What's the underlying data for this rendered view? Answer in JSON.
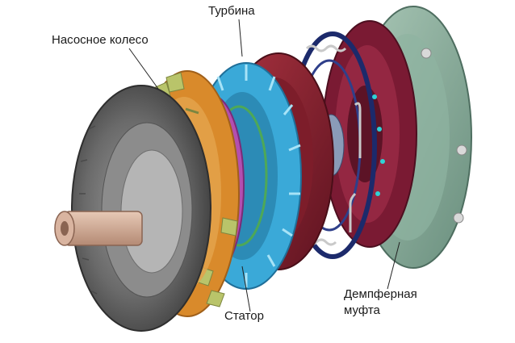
{
  "labels": {
    "pump": "Насосное колесо",
    "turbine": "Турбина",
    "stator": "Статор",
    "damper_line1": "Демпферная",
    "damper_line2": "муфта"
  },
  "colors": {
    "housing": "#6f6f6f",
    "pump_blades": "#b9c46a",
    "pump_ring": "#d98a2b",
    "pump_hub": "#b34fb0",
    "stator_blades": "#3aa9d8",
    "turbine": "#8a1f2c",
    "damper_spring": "#c8c8c8",
    "damper_frame": "#1c2a6b",
    "clutch_plate": "#8a1f3a",
    "cover": "#7fa391"
  },
  "components": [
    {
      "name": "housing-shell",
      "kind": "tire"
    },
    {
      "name": "pump-impeller",
      "kind": "bladed-ring"
    },
    {
      "name": "stator",
      "kind": "bladed-ring"
    },
    {
      "name": "turbine",
      "kind": "disc"
    },
    {
      "name": "damper-springs",
      "kind": "coil-ring"
    },
    {
      "name": "damper-clutch",
      "kind": "disc"
    },
    {
      "name": "front-cover",
      "kind": "disc"
    }
  ]
}
